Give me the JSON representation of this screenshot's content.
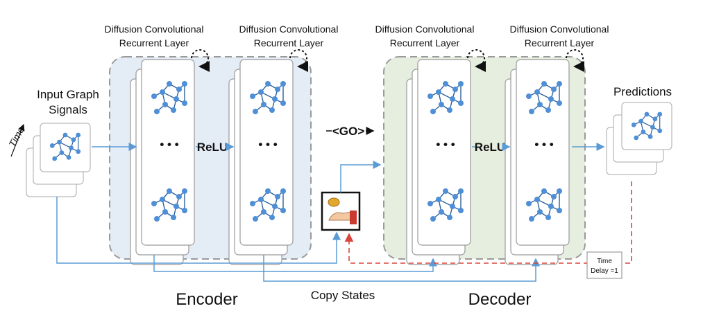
{
  "layer_label_line1": "Diffusion Convolutional",
  "layer_label_line2": "Recurrent Layer",
  "input": {
    "line1": "Input Graph",
    "line2": "Signals",
    "time": "Time"
  },
  "activation": "ReLU",
  "go_token": "<GO>",
  "ellipsis": "• • •",
  "predictions": "Predictions",
  "time_delay": {
    "line1": "Time",
    "line2": "Delay =1"
  },
  "copy_states": "Copy States",
  "encoder": "Encoder",
  "decoder": "Decoder",
  "colors": {
    "encoder_panel": "#e4ecf6",
    "decoder_panel": "#e6eee0",
    "node": "#4f8fd6",
    "edge": "#2d5f9a",
    "arrow": "#5b9bd5",
    "delay_line": "#d9453a"
  }
}
